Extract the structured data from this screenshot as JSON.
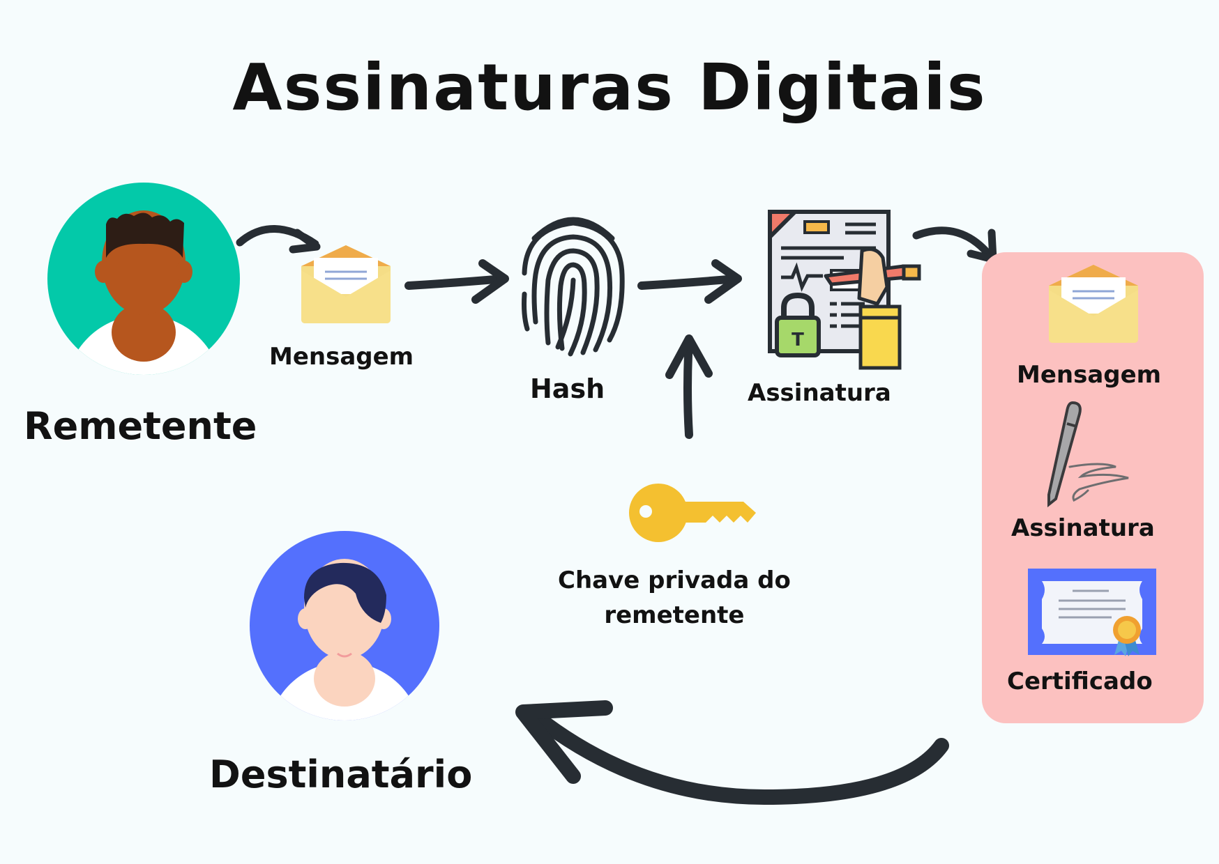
{
  "diagram": {
    "title": "Assinaturas Digitais",
    "sender": {
      "label": "Remetente",
      "icon": "sender-avatar"
    },
    "recipient": {
      "label": "Destinatário",
      "icon": "recipient-avatar"
    },
    "steps": {
      "message": "Mensagem",
      "hash": "Hash",
      "signature": "Assinatura",
      "private_key": [
        "Chave privada do",
        "remetente"
      ]
    },
    "package": {
      "message": "Mensagem",
      "signature": "Assinatura",
      "certificate": "Certificado"
    }
  },
  "colors": {
    "background": "#f6fcfd",
    "sender_circle": "#03c9a9",
    "recipient_circle": "#5470fd",
    "package_panel": "#fcc1c0",
    "arrow": "#272d33",
    "key": "#f4c030",
    "envelope": "#f5dd86"
  }
}
